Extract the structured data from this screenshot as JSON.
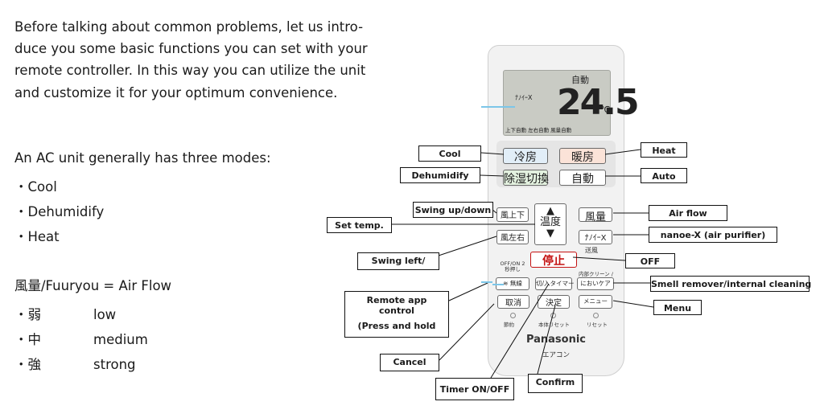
{
  "intro": {
    "lines": [
      "Before talking about common problems, let us intro-",
      "duce you some basic functions you can set with your",
      "remote controller. In this way you can utilize the unit",
      "and customize it for your optimum convenience."
    ]
  },
  "modes": {
    "heading": "An AC unit generally has three modes:",
    "items": [
      "Cool",
      "Dehumidify",
      "Heat"
    ]
  },
  "fuuryou": {
    "heading": "風量/Fuuryou = Air Flow",
    "levels": [
      {
        "kanji": "弱",
        "meaning": "low"
      },
      {
        "kanji": "中",
        "meaning": "medium"
      },
      {
        "kanji": "強",
        "meaning": "strong"
      }
    ]
  },
  "remote": {
    "lcd_mode": "自動",
    "lcd_nanoe": "ﾅﾉｲｰX",
    "lcd_temp": "24.5",
    "lcd_unit": "℃",
    "lcd_row": "上下自動 左右自動 風量自動",
    "cool": "冷房",
    "heat": "暖房",
    "dehumidify": "除湿切換",
    "auto": "自動",
    "swing_up_down": "風上下",
    "temp": "温度",
    "air_volume": "風量",
    "swing_left_right": "風左右",
    "nanoe": "ﾅﾉｲｰX",
    "nanoe_sub": "送風",
    "stop": "停止",
    "offon_caption": "OFF/ON 2 秒押し",
    "cleaning_caption": "内部クリーン /",
    "wireless": "無線",
    "timer": "切/入タイマー",
    "odor": "においケア",
    "cancel": "取消",
    "confirm": "決定",
    "menu": "メニュー",
    "cap1": "節約",
    "cap2": "本体リセット",
    "cap3": "リセット",
    "brand": "Panasonic",
    "product": "エアコン"
  },
  "labels": {
    "cool": "Cool",
    "dehumidify": "Dehumidify",
    "heat": "Heat",
    "auto": "Auto",
    "swing_up_down": "Swing up/down",
    "set_temp": "Set temp.",
    "swing_left": "Swing left/",
    "air_flow": "Air flow",
    "nanoe": "nanoe-X (air purifier)",
    "off": "OFF",
    "smell": "Smell remover/internal cleaning",
    "remote_app_1": "Remote app",
    "remote_app_2": "control",
    "remote_app_3": "(Press and hold",
    "menu": "Menu",
    "cancel": "Cancel",
    "confirm": "Confirm",
    "timer": "Timer ON/OFF"
  }
}
